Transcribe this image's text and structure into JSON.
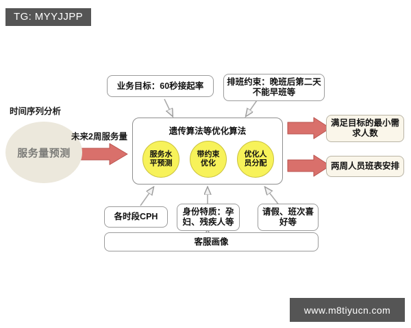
{
  "watermarks": {
    "top_left": "TG: MYYJJPP",
    "bottom_right": "www.m8tiyucn.com"
  },
  "source": {
    "caption": "时间序列分析",
    "ellipse_label": "服务量预测",
    "flow_label": "未来2周服务量",
    "ellipse_color": "#ece8dc",
    "arrow_color": "#d9706b"
  },
  "core": {
    "title": "遗传算法等优化算法",
    "circles": [
      {
        "label": "服务水\n平预测"
      },
      {
        "label": "带约束\n优化"
      },
      {
        "label": "优化人\n员分配"
      }
    ],
    "circle_color": "#f7f25a"
  },
  "constraints_top": [
    {
      "label": "业务目标：60秒接起率"
    },
    {
      "label": "排班约束：晚班后第二天\n不能早班等"
    }
  ],
  "inputs_bottom": [
    {
      "label": "各时段CPH"
    },
    {
      "label": "身份特质：孕\n妇、残疾人等"
    },
    {
      "label": "请假、班次喜\n好等"
    }
  ],
  "profile_box": {
    "label": "客服画像"
  },
  "outputs": [
    {
      "label": "满足目标的最小需\n求人数"
    },
    {
      "label": "两周人员班表安排"
    }
  ],
  "colors": {
    "connector": "#aaaaaa",
    "box_border": "#9a9a9a",
    "output_bg": "#faf6ea"
  }
}
